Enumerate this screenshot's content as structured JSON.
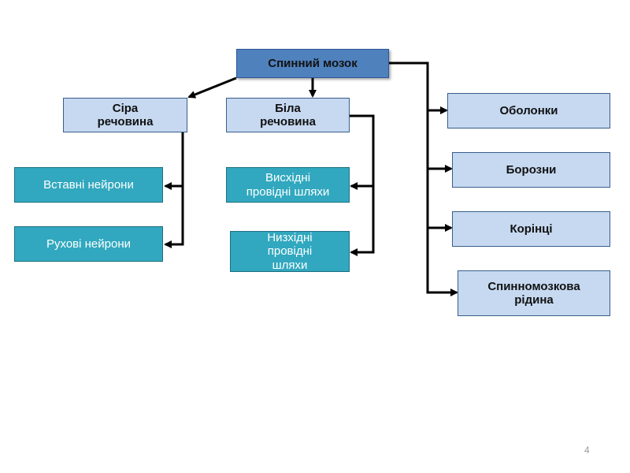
{
  "diagram": {
    "root": "Спинний мозок",
    "grey_matter": "Сіра\nречовина",
    "white_matter": "Біла\nречовина",
    "interneurons": "Вставні нейрони",
    "motor_neurons": "Рухові нейрони",
    "ascending_tracts": "Висхідні\nпровідні шляхи",
    "descending_tracts": "Низхідні\nпровідні\nшляхи",
    "membranes": "Оболонки",
    "grooves": "Борозни",
    "roots": "Корінці",
    "csf": "Спинномозкова\nрідина"
  },
  "slide": {
    "page_number": "4"
  },
  "colors": {
    "root_fill": "#4f81bd",
    "light_fill": "#c6d9f1",
    "teal_fill": "#31a8bf",
    "connector": "#000000"
  }
}
